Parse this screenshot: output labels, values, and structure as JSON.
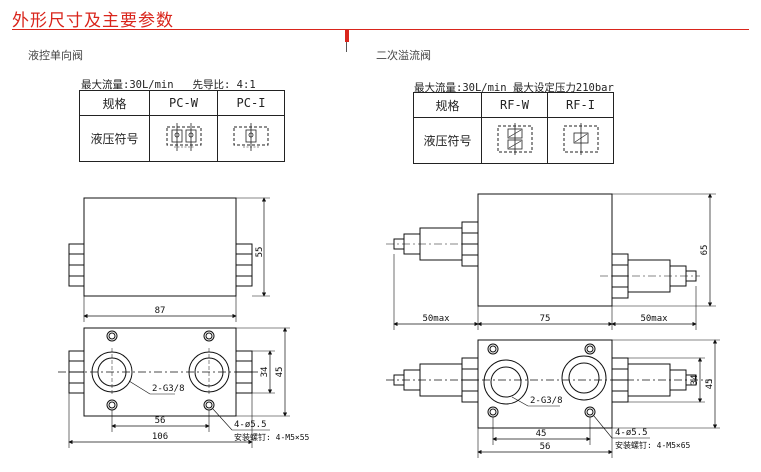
{
  "header": {
    "title": "外形尺寸及主要参数"
  },
  "left": {
    "name": "液控单向阀",
    "spec": "最大流量:30L/min   先导比: 4:1",
    "table": {
      "row1": {
        "label": "规格",
        "col1": "PC-W",
        "col2": "PC-I"
      },
      "row2": {
        "label": "液压符号"
      }
    },
    "dims": {
      "height": "55",
      "length": "87",
      "hole_spacing": "56",
      "total_length": "106",
      "width1": "34",
      "width2": "45",
      "port": "2-G3/8",
      "holes": "4-ø5.5",
      "screws": "安装螺钉: 4-M5×55"
    }
  },
  "right": {
    "name": "二次溢流阀",
    "spec": "最大流量:30L/min 最大设定压力210bar",
    "table": {
      "row1": {
        "label": "规格",
        "col1": "RF-W",
        "col2": "RF-I"
      },
      "row2": {
        "label": "液压符号"
      }
    },
    "dims": {
      "height": "65",
      "left_len": "50max",
      "mid_len": "75",
      "right_len": "50max",
      "width1": "34",
      "width2": "45",
      "hole_spacing": "45",
      "total_length": "56",
      "port": "2-G3/8",
      "holes": "4-ø5.5",
      "screws": "安装螺钉: 4-M5×65"
    }
  }
}
